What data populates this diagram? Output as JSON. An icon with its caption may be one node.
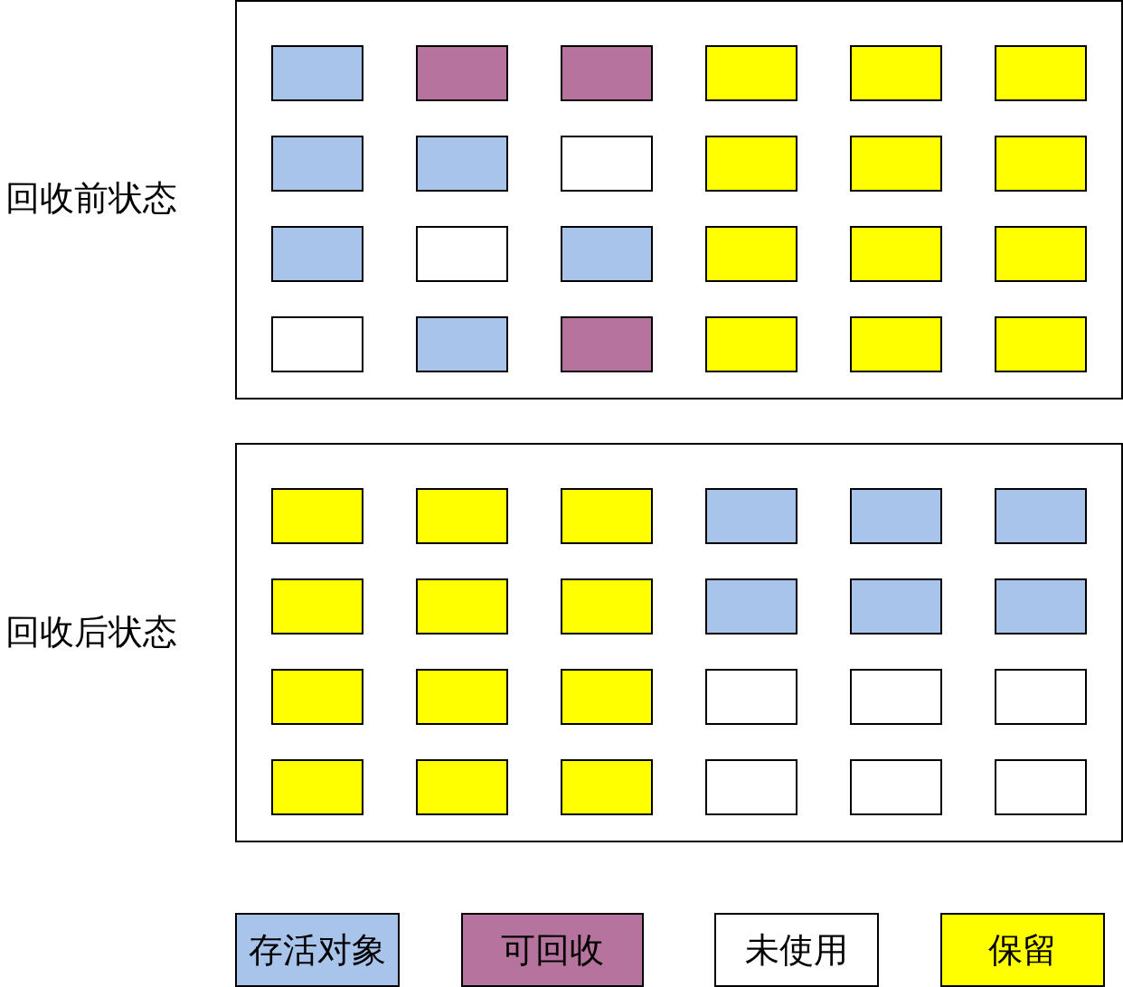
{
  "diagram": {
    "nodes": [
      {
        "text": [],
        "shape": "box",
        "beside": [
          "回收前状态"
        ]
      },
      {
        "text": [],
        "shape": "box",
        "in": 0
      },
      {
        "text": [],
        "shape": "box",
        "in": 0
      },
      {
        "text": [],
        "shape": "box",
        "in": 0
      },
      {
        "text": [],
        "shape": "box",
        "in": 0
      },
      {
        "text": [],
        "shape": "box",
        "in": 0
      },
      {
        "text": [],
        "shape": "box",
        "in": 0
      },
      {
        "text": [],
        "shape": "box",
        "in": 0
      },
      {
        "text": [],
        "shape": "box",
        "in": 0
      },
      {
        "text": [],
        "shape": "box",
        "in": 0
      },
      {
        "text": [],
        "shape": "box",
        "in": 0
      },
      {
        "text": [],
        "shape": "box",
        "in": 0
      },
      {
        "text": [],
        "shape": "box",
        "in": 0
      },
      {
        "text": [],
        "shape": "box",
        "in": 0
      },
      {
        "text": [],
        "shape": "box",
        "in": 0
      },
      {
        "text": [],
        "shape": "box",
        "in": 0
      },
      {
        "text": [],
        "shape": "box",
        "in": 0
      },
      {
        "text": [],
        "shape": "box",
        "in": 0
      },
      {
        "text": [],
        "shape": "box",
        "in": 0
      },
      {
        "text": [],
        "shape": "box",
        "in": 0
      },
      {
        "text": [],
        "shape": "box",
        "in": 0
      },
      {
        "text": [],
        "shape": "box",
        "in": 0
      },
      {
        "text": [],
        "shape": "box",
        "in": 0
      },
      {
        "text": [],
        "shape": "box",
        "in": 0
      },
      {
        "text": [],
        "shape": "box",
        "in": 0
      },
      {
        "text": [],
        "shape": "box",
        "beside": [
          "回收后状态"
        ]
      },
      {
        "text": [],
        "shape": "box",
        "in": 25
      },
      {
        "text": [],
        "shape": "box",
        "in": 25
      },
      {
        "text": [],
        "shape": "box",
        "in": 25
      },
      {
        "text": [],
        "shape": "box",
        "in": 25
      },
      {
        "text": [],
        "shape": "box",
        "in": 25
      },
      {
        "text": [],
        "shape": "box",
        "in": 25
      },
      {
        "text": [],
        "shape": "box",
        "in": 25
      },
      {
        "text": [],
        "shape": "box",
        "in": 25
      },
      {
        "text": [],
        "shape": "box",
        "in": 25
      },
      {
        "text": [],
        "shape": "box",
        "in": 25
      },
      {
        "text": [],
        "shape": "box",
        "in": 25
      },
      {
        "text": [],
        "shape": "box",
        "in": 25
      },
      {
        "text": [],
        "shape": "box",
        "in": 25
      },
      {
        "text": [],
        "shape": "box",
        "in": 25
      },
      {
        "text": [],
        "shape": "box",
        "in": 25
      },
      {
        "text": [],
        "shape": "box",
        "in": 25
      },
      {
        "text": [],
        "shape": "box",
        "in": 25
      },
      {
        "text": [],
        "shape": "box",
        "in": 25
      },
      {
        "text": [],
        "shape": "box",
        "in": 25
      },
      {
        "text": [],
        "shape": "box",
        "in": 25
      },
      {
        "text": [],
        "shape": "box",
        "in": 25
      },
      {
        "text": [],
        "shape": "box",
        "in": 25
      },
      {
        "text": [],
        "shape": "box",
        "in": 25
      },
      {
        "text": [],
        "shape": "box",
        "in": 25
      }
    ],
    "legend": [
      {
        "text": "存活对象",
        "color": "#a9c4eb"
      },
      {
        "text": "可回收",
        "color": "#b5739d"
      },
      {
        "text": "未使用",
        "color": "#ffffff"
      },
      {
        "text": "保留",
        "color": "#ffff00"
      }
    ]
  }
}
